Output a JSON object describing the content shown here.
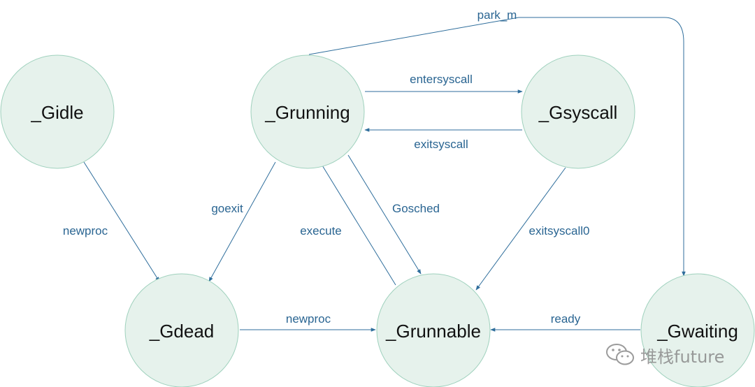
{
  "nodes": {
    "gidle": "_Gidle",
    "grunning": "_Grunning",
    "gsyscall": "_Gsyscall",
    "gdead": "_Gdead",
    "grunnable": "_Grunnable",
    "gwaiting": "_Gwaiting"
  },
  "edges": {
    "park_m": "park_m",
    "entersyscall": "entersyscall",
    "exitsyscall": "exitsyscall",
    "goexit": "goexit",
    "newproc_idle": "newproc",
    "execute": "execute",
    "gosched": "Gosched",
    "exitsyscall0": "exitsyscall0",
    "newproc_dead": "newproc",
    "ready": "ready"
  },
  "watermark": {
    "text": "堆栈future",
    "icon": "wechat-icon"
  },
  "colors": {
    "node_fill": "#e6f2ec",
    "node_stroke": "#9fd1bd",
    "edge": "#2f6e9c",
    "edge_label": "#2a6592",
    "node_text": "#111111"
  }
}
